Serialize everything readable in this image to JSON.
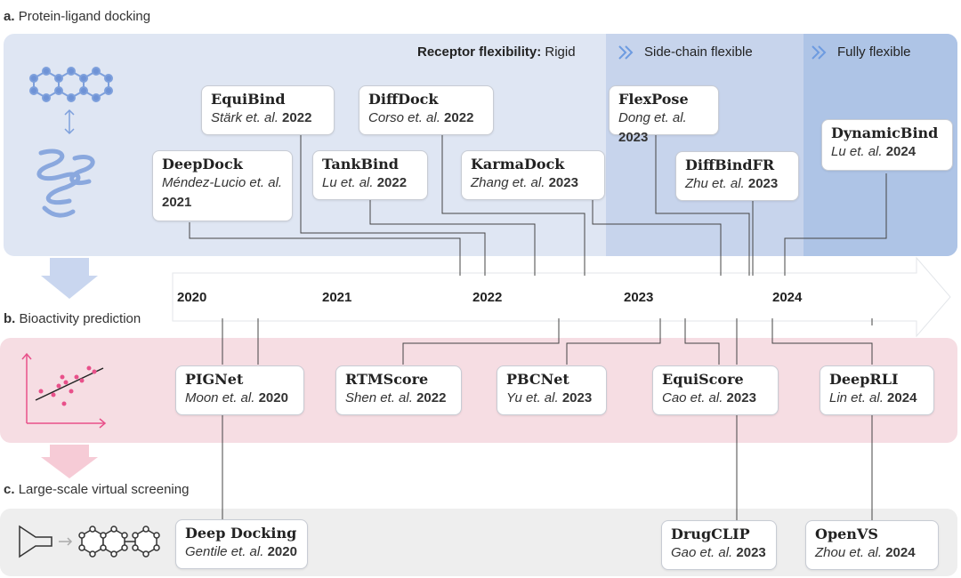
{
  "sections": {
    "a": {
      "letter": "a.",
      "title": "Protein-ligand docking"
    },
    "b": {
      "letter": "b.",
      "title": "Bioactivity prediction"
    },
    "c": {
      "letter": "c.",
      "title": "Large-scale virtual screening"
    }
  },
  "flexibility": {
    "heading": "Receptor flexibility:",
    "rigid": "Rigid",
    "side_chain": "Side-chain flexible",
    "fully": "Fully flexible"
  },
  "timeline_years": [
    "2020",
    "2021",
    "2022",
    "2023",
    "2024"
  ],
  "docking_methods": [
    {
      "name": "EquiBind",
      "authors": "Stärk et. al.",
      "year": "2022"
    },
    {
      "name": "DiffDock",
      "authors": "Corso et. al.",
      "year": "2022"
    },
    {
      "name": "FlexPose",
      "authors": "Dong et. al.",
      "year": "2023"
    },
    {
      "name": "DynamicBind",
      "authors": "Lu et. al.",
      "year": "2024"
    },
    {
      "name": "DeepDock",
      "authors": "Méndez-Lucio et. al.",
      "year": "2021"
    },
    {
      "name": "TankBind",
      "authors": "Lu et. al.",
      "year": "2022"
    },
    {
      "name": "KarmaDock",
      "authors": "Zhang et. al.",
      "year": "2023"
    },
    {
      "name": "DiffBindFR",
      "authors": "Zhu et. al.",
      "year": "2023"
    }
  ],
  "bioactivity_methods": [
    {
      "name": "PIGNet",
      "authors": "Moon et. al.",
      "year": "2020"
    },
    {
      "name": "RTMScore",
      "authors": "Shen et. al.",
      "year": "2022"
    },
    {
      "name": "PBCNet",
      "authors": "Yu et. al.",
      "year": "2023"
    },
    {
      "name": "EquiScore",
      "authors": "Cao et. al.",
      "year": "2023"
    },
    {
      "name": "DeepRLI",
      "authors": "Lin et. al.",
      "year": "2024"
    }
  ],
  "screening_methods": [
    {
      "name": "Deep Docking",
      "authors": "Gentile et. al.",
      "year": "2020"
    },
    {
      "name": "DrugCLIP",
      "authors": "Gao et. al.",
      "year": "2023"
    },
    {
      "name": "OpenVS",
      "authors": "Zhou et. al.",
      "year": "2024"
    }
  ],
  "colors": {
    "docking_band": "#dfe6f3",
    "side_chain_band": "#c7d4ec",
    "fully_band": "#aec4e6",
    "bioactivity_band": "#f6dde3",
    "screening_band": "#eeeeee",
    "accent_blue": "#5b86d6",
    "accent_pink": "#e8508a"
  }
}
